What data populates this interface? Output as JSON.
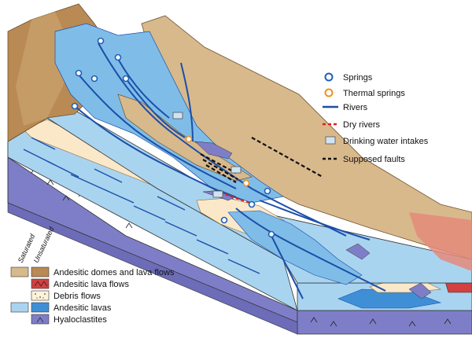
{
  "symbol_legend": [
    {
      "label": "Springs",
      "symbol": "spring-icon",
      "color": "#1f5fb8"
    },
    {
      "label": "Thermal springs",
      "symbol": "thermal-spring-icon",
      "color": "#f0901e"
    },
    {
      "label": "Rivers",
      "symbol": "river-line",
      "color": "#1b4fa8"
    },
    {
      "label": "Dry rivers",
      "symbol": "dry-river-line",
      "color": "#e02020"
    },
    {
      "label": "Drinking water intakes",
      "symbol": "water-intake-icon",
      "color": "#8fb8d8"
    },
    {
      "label": "Supposed faults",
      "symbol": "fault-line",
      "color": "#111111"
    }
  ],
  "unit_legend": {
    "column_labels": [
      "Saturated",
      "Unsaturated"
    ],
    "units": [
      {
        "label": "Andesitic domes and lava flows",
        "saturated_color": "#d8b98c",
        "unsaturated_color": "#b98a54"
      },
      {
        "label": "Andesitic lava flows",
        "saturated_color": "#e8dcc8",
        "unsaturated_color": "#d24040"
      },
      {
        "label": "Debris flows",
        "saturated_color": "#fbe8c8",
        "unsaturated_color": "#fdf3dd"
      },
      {
        "label": "Andesitic lavas",
        "saturated_color": "#a9d4f0",
        "unsaturated_color": "#3f8fd6"
      },
      {
        "label": "Hyaloclastites",
        "saturated_color": "#7e7ec8",
        "unsaturated_color": "#7e7ec8"
      }
    ]
  }
}
